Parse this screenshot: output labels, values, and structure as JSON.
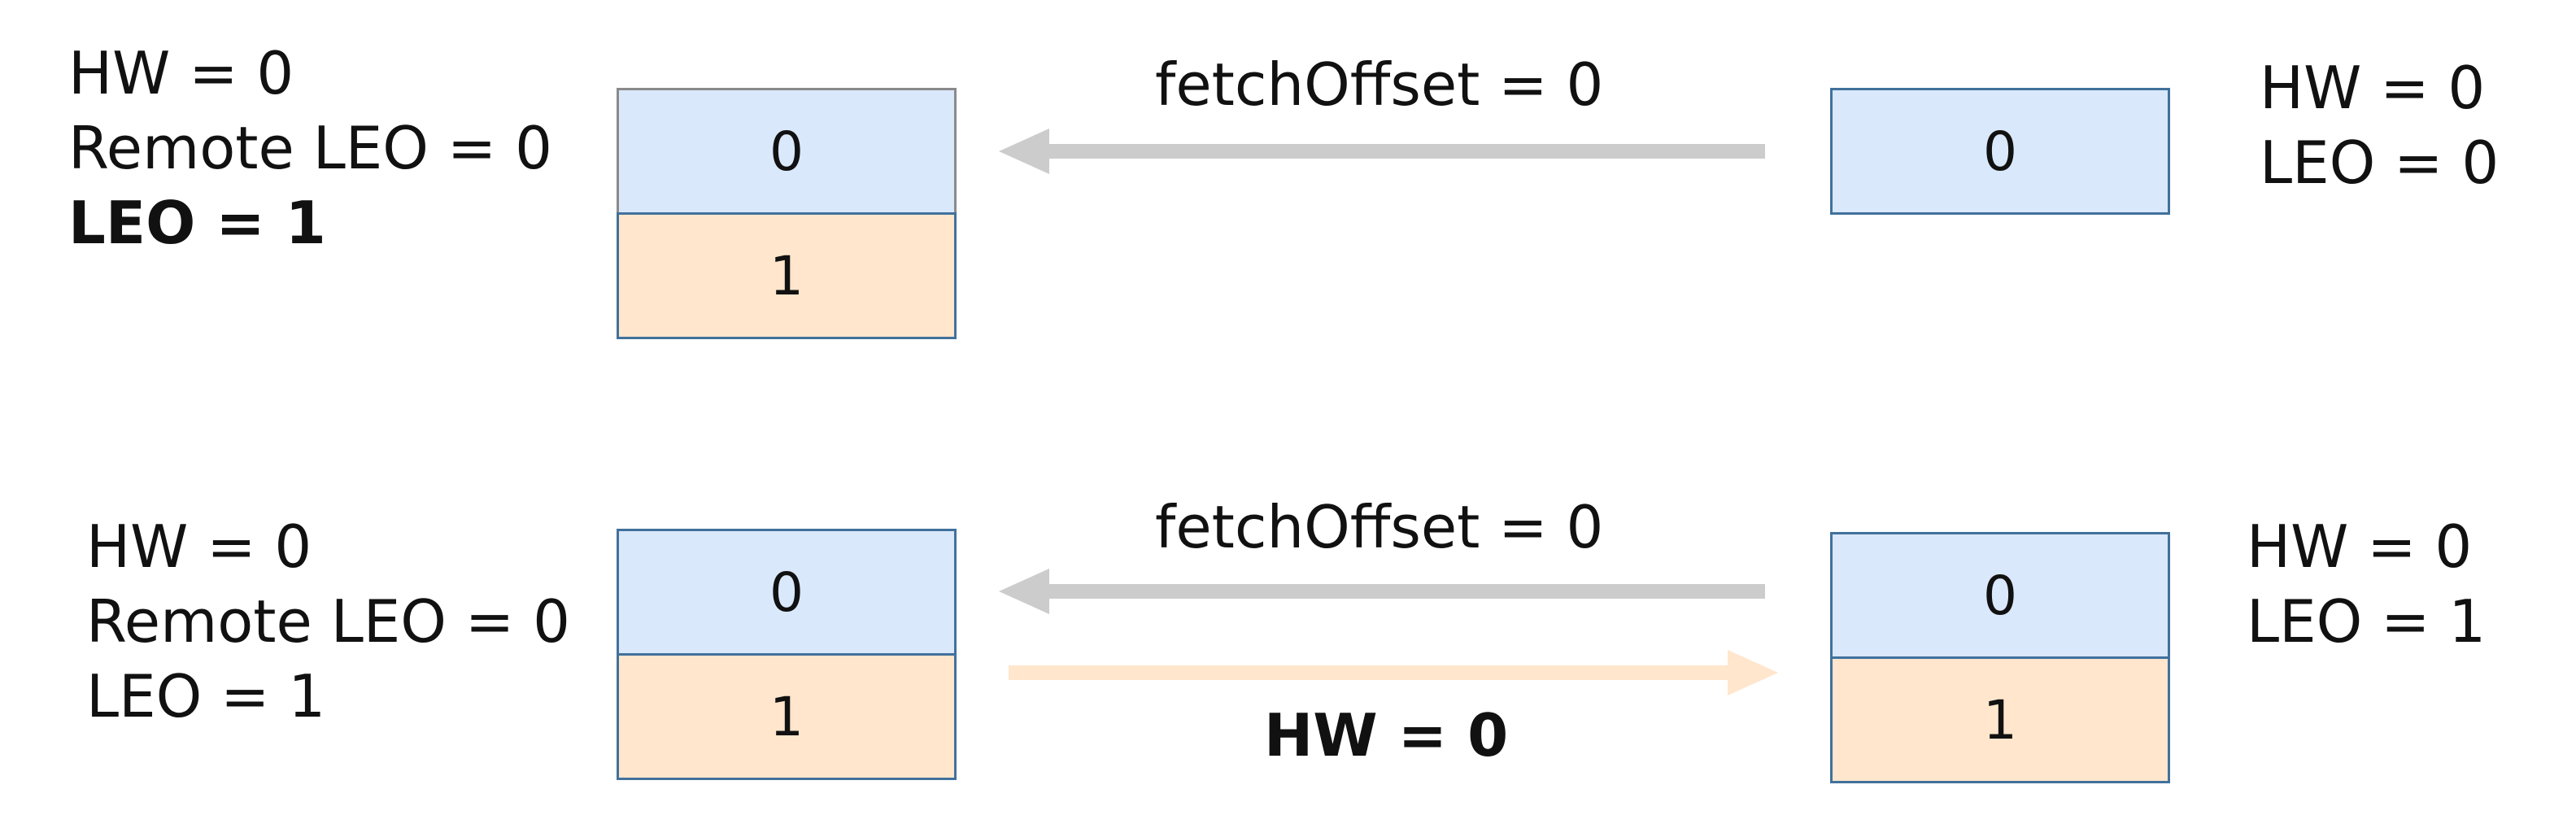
{
  "top": {
    "leader_labels": [
      "HW = 0",
      "Remote LEO = 0",
      "LEO = 1"
    ],
    "leader_log": [
      "0",
      "1"
    ],
    "fetch_label": "fetchOffset = 0",
    "follower_log": [
      "0"
    ],
    "follower_labels": [
      "HW = 0",
      "LEO = 0"
    ]
  },
  "bottom": {
    "leader_labels": [
      "HW = 0",
      "Remote LEO = 0",
      "LEO = 1"
    ],
    "leader_log": [
      "0",
      "1"
    ],
    "fetch_label": "fetchOffset = 0",
    "response_label": "HW = 0",
    "follower_log": [
      "0",
      "1"
    ],
    "follower_labels": [
      "HW = 0",
      "LEO = 1"
    ]
  },
  "colors": {
    "record_offset_0": "#dae8fb",
    "record_offset_1": "#ffe6cc",
    "box_border": "#41719c",
    "fetch_arrow": "#cccccc",
    "response_arrow": "#ffe6cc"
  }
}
